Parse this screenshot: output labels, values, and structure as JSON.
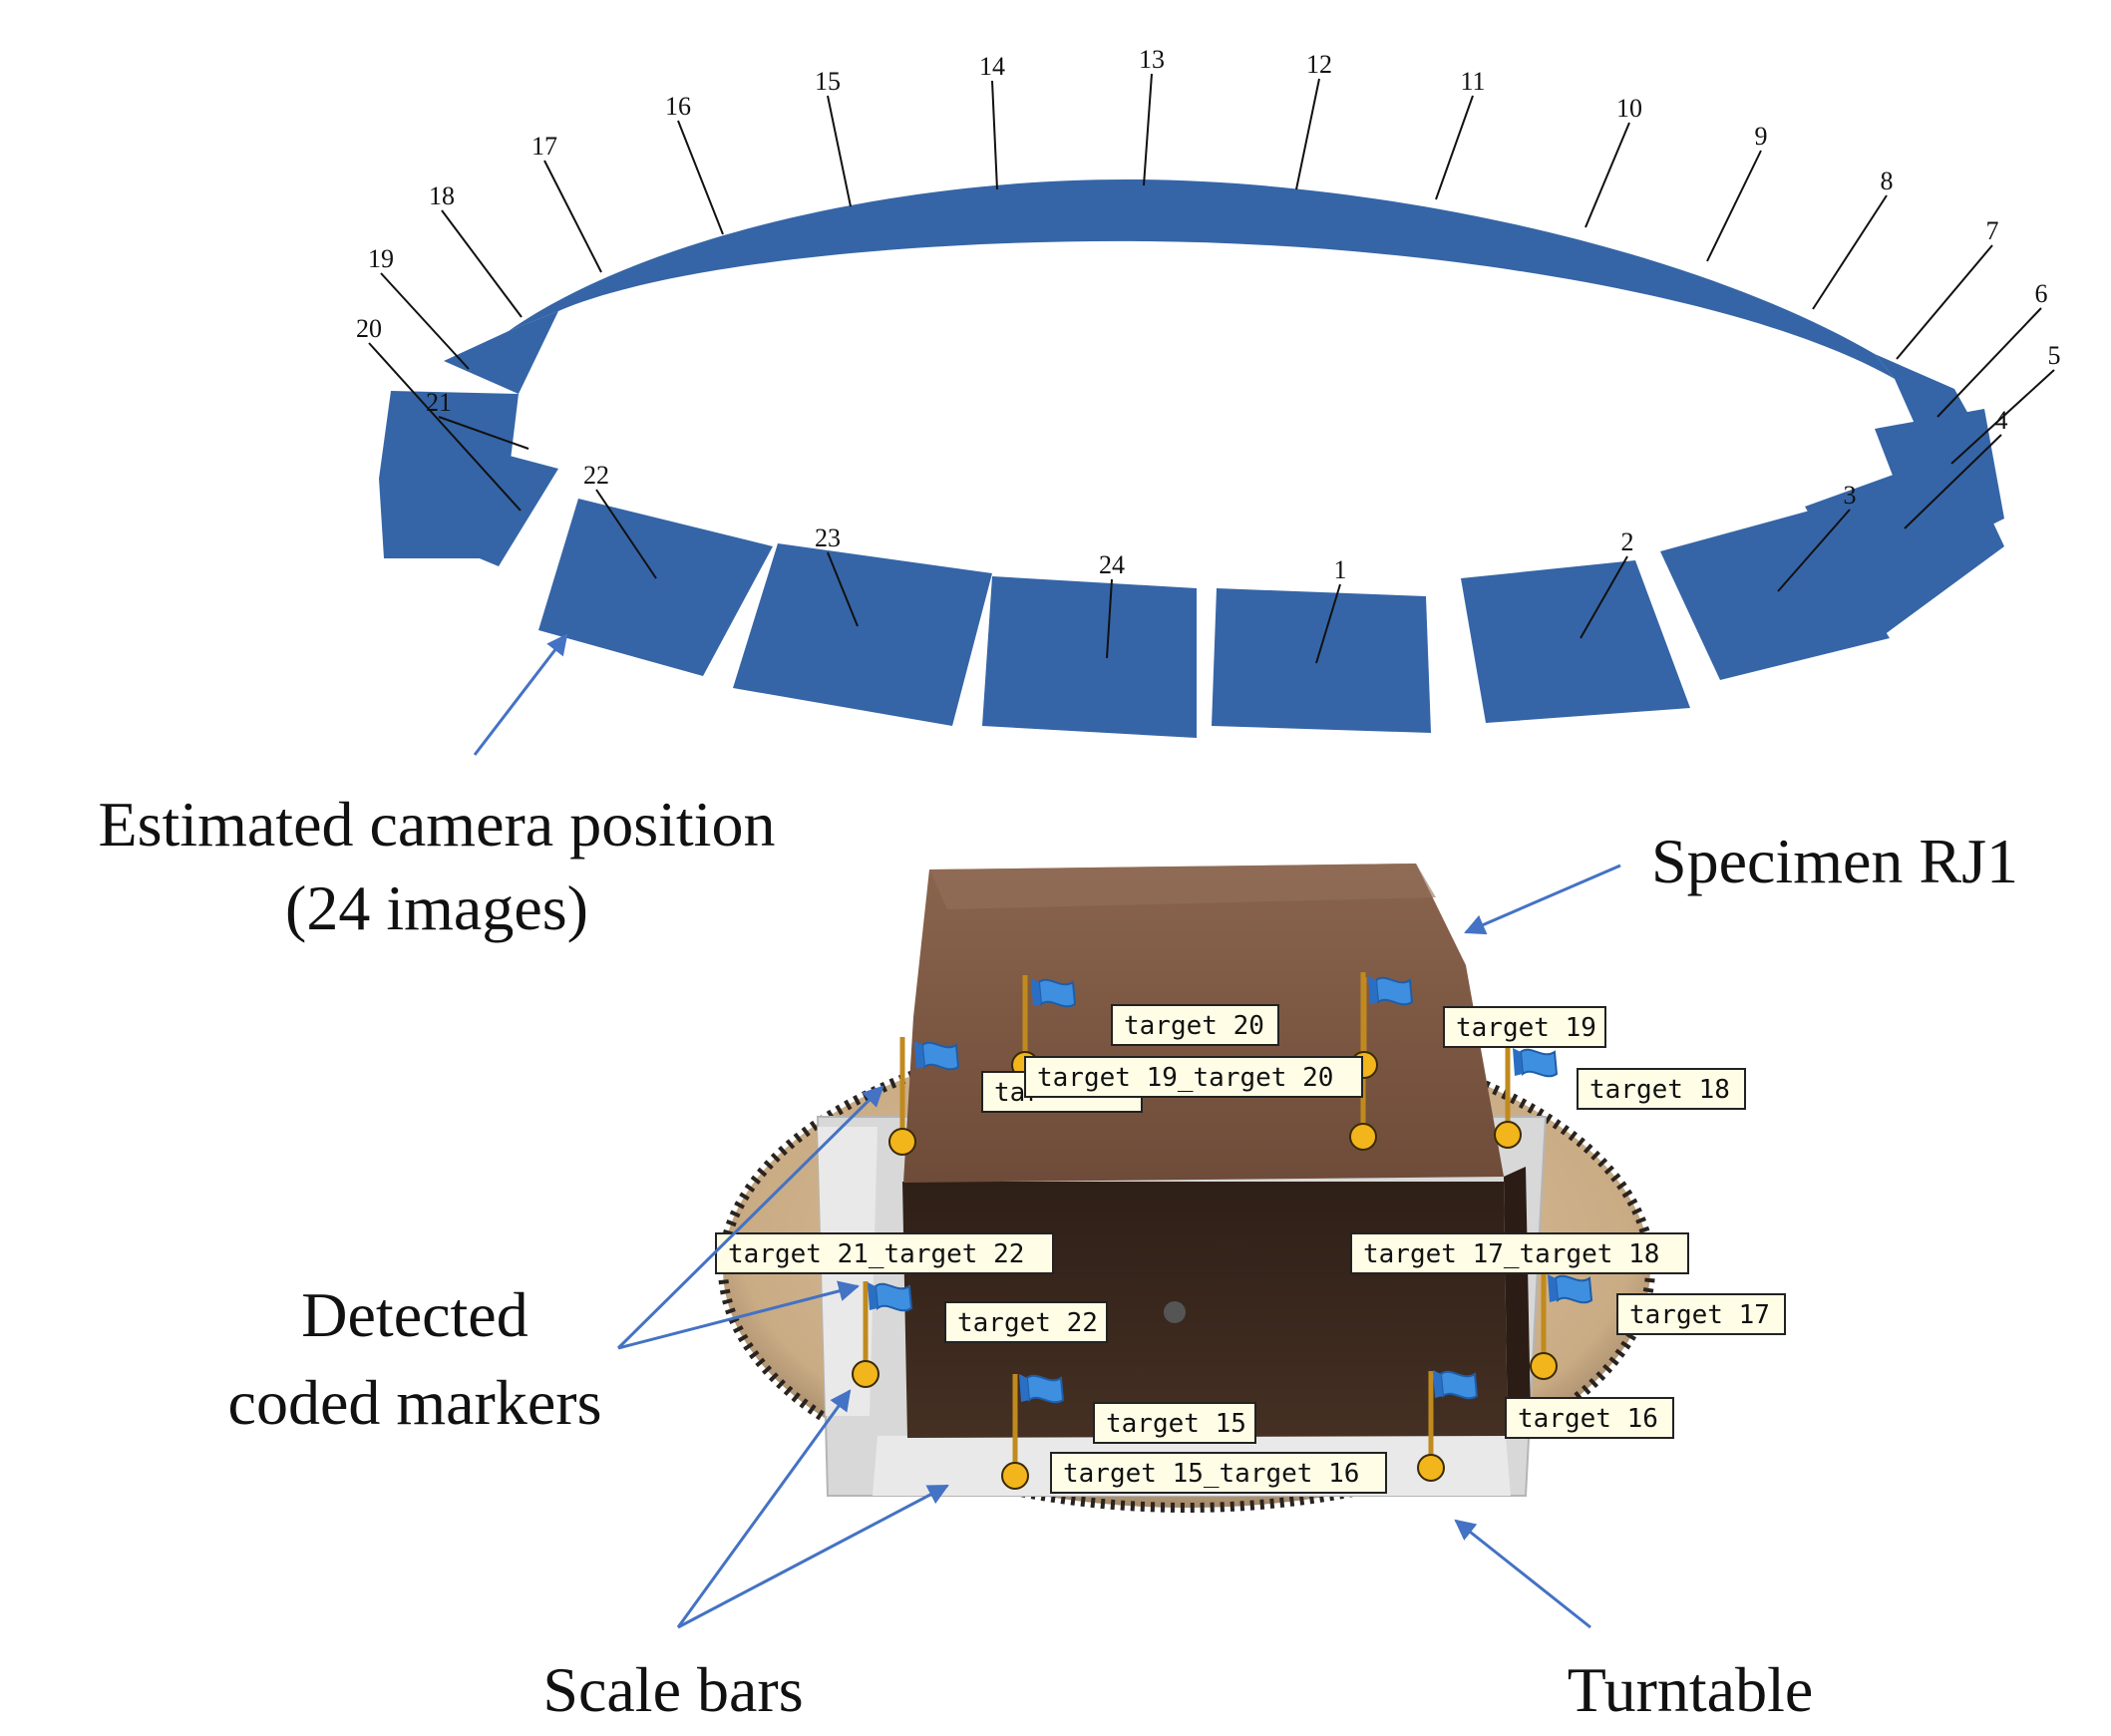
{
  "colors": {
    "camera_frame": "#3565a7",
    "arrow": "#4472c4",
    "specimen_top": "#7a5642",
    "specimen_front": "#3a271d",
    "turntable": "#c9ab84",
    "label_fill": "#fffde6",
    "marker_dot": "#f2b51b",
    "flag": "#3f8fe0"
  },
  "camera_ring": {
    "camera_numbers": [
      "1",
      "2",
      "3",
      "4",
      "5",
      "6",
      "7",
      "8",
      "9",
      "10",
      "11",
      "12",
      "13",
      "14",
      "15",
      "16",
      "17",
      "18",
      "19",
      "20",
      "21",
      "22",
      "23",
      "24"
    ]
  },
  "callouts": {
    "estimated_camera_line1": "Estimated camera position",
    "estimated_camera_line2": "(24 images)",
    "specimen": "Specimen RJ1",
    "detected_line1": "Detected",
    "detected_line2": "coded markers",
    "scale_bars": "Scale bars",
    "turntable": "Turntable"
  },
  "marker_labels": {
    "t20": "target 20",
    "t19": "target 19",
    "t19_20": "target 19_target 20",
    "t18": "target 18",
    "t21_obscured": "tar",
    "t21_22": "target 21_target 22",
    "t17_18": "target 17_target 18",
    "t22": "target 22",
    "t17": "target 17",
    "t15": "target 15",
    "t16": "target 16",
    "t15_16": "target 15_target 16"
  },
  "icons": [
    "flag-icon",
    "marker-dot-icon",
    "arrow-icon"
  ]
}
